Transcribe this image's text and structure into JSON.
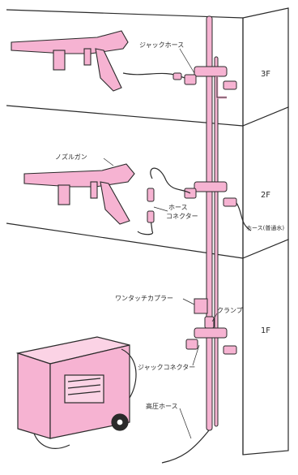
{
  "colors": {
    "pink": "#f6b3d2",
    "pink_light": "#fbd3e5",
    "line": "#2a2a2a",
    "wall": "#ffffff"
  },
  "floors": [
    "3F",
    "2F",
    "1F"
  ],
  "labels": {
    "jack_hose": "ジャックホース",
    "nozzle_gun": "ノズルガン",
    "hose_connector_1": "ホース",
    "hose_connector_2": "コネクター",
    "hose_water": "ホース(普通水)",
    "one_touch_coupler": "ワンタッチカプラー",
    "clamp": "クランプ",
    "jack_connector": "ジャックコネクター",
    "high_pressure_hose": "高圧ホース"
  }
}
